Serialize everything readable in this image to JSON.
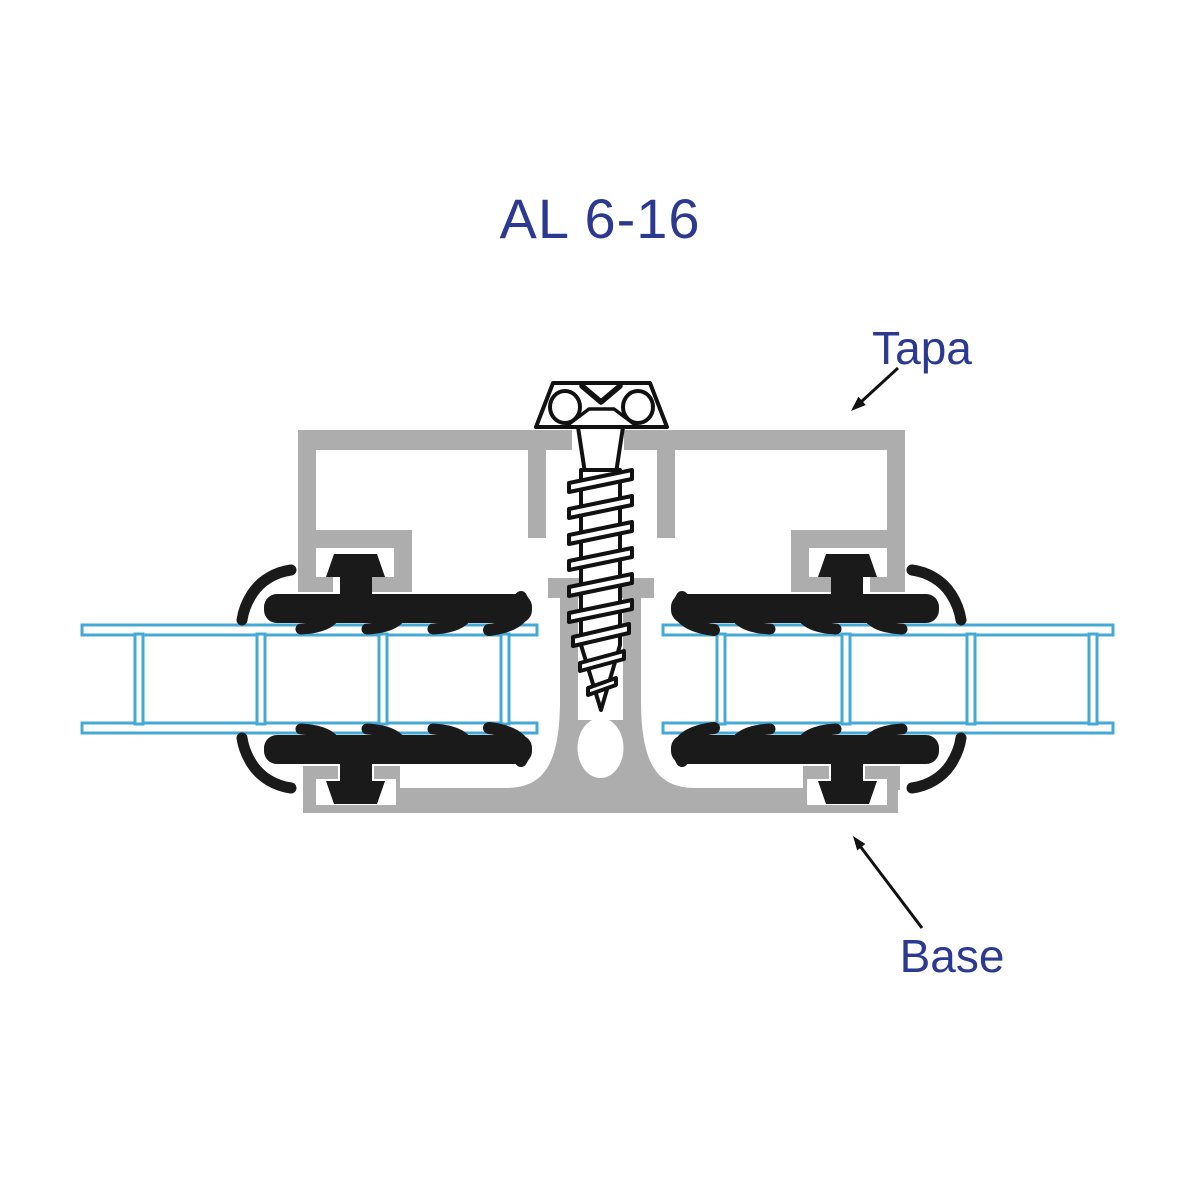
{
  "title": "AL 6-16",
  "labels": {
    "cap": {
      "text": "Tapa"
    },
    "base": {
      "text": "Base"
    }
  },
  "colors": {
    "background": "#FFFFFF",
    "label_text": "#2B3990",
    "profile_gray": "#ADADAD",
    "gasket_black": "#1A1A1A",
    "panel_blue": "#45A9D6",
    "screw_outline": "#111111",
    "arrow_black": "#111111"
  }
}
